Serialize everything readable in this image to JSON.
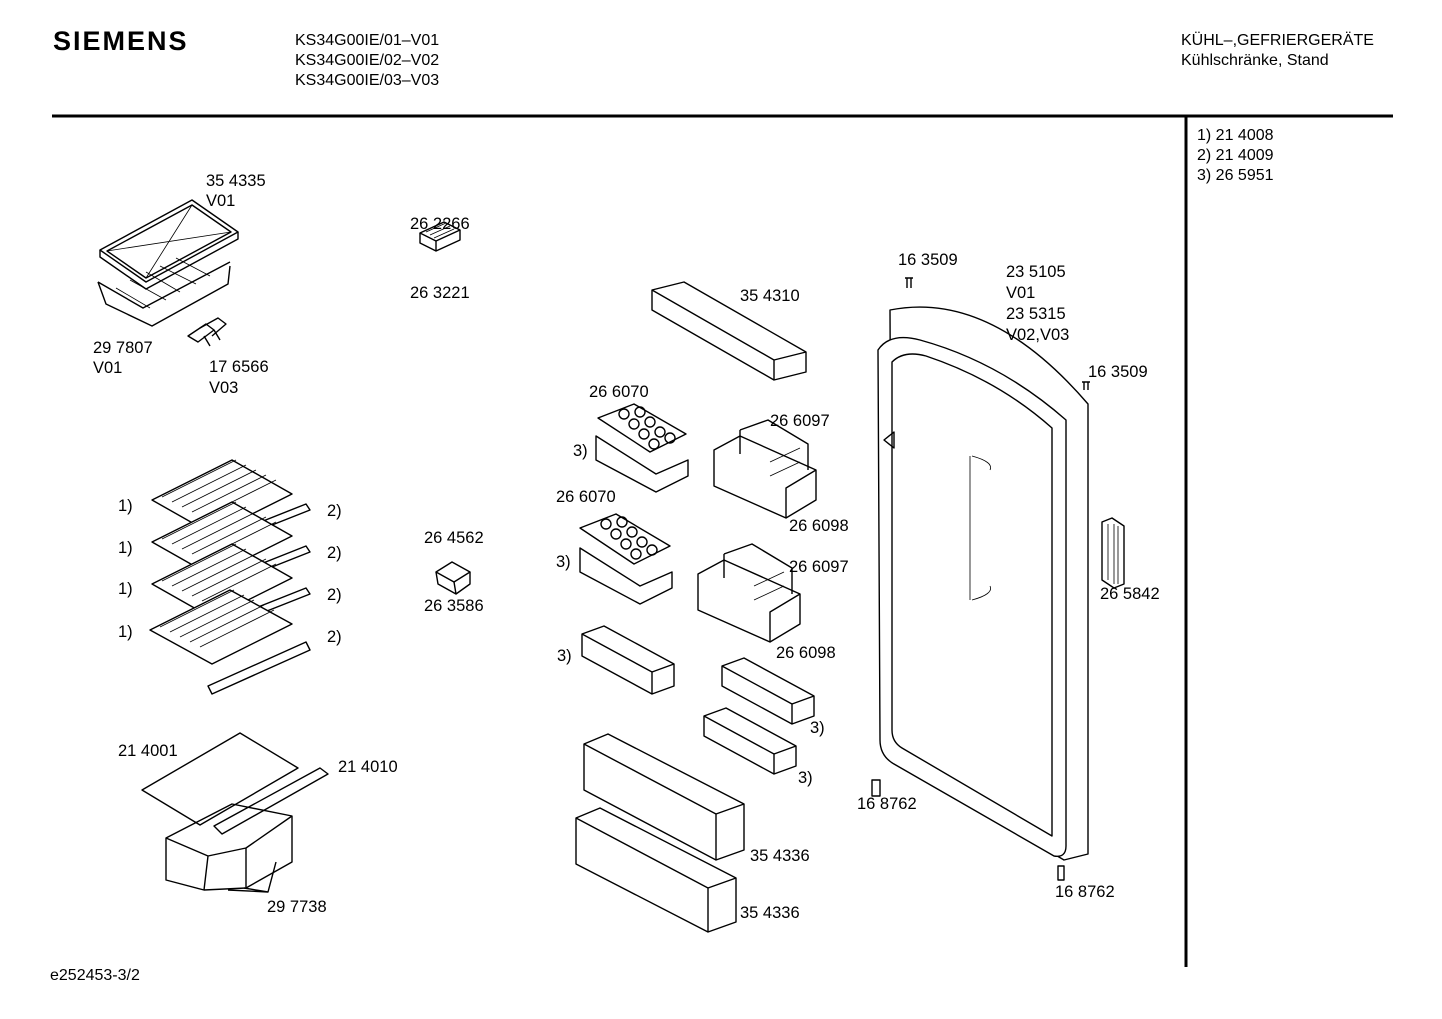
{
  "header": {
    "brand": "SIEMENS",
    "models": [
      "KS34G00IE/01–V01",
      "KS34G00IE/02–V02",
      "KS34G00IE/03–V03"
    ],
    "category": "KÜHL–,GEFRIERGERÄTE",
    "subcategory": "Kühlschränke, Stand"
  },
  "legend": [
    "1)  21 4008",
    "2)  21 4009",
    "3)  26 5951"
  ],
  "labels": {
    "l354335": "35 4335",
    "v01a": "V01",
    "l297807": "29 7807",
    "v01b": "V01",
    "l176566": "17 6566",
    "v03a": "V03",
    "l262266": "26 2266",
    "l263221": "26 3221",
    "l354310": "35 4310",
    "l163509a": "16 3509",
    "l235105": "23 5105",
    "v01c": "V01",
    "l235315": "23 5315",
    "v0203": "V02,V03",
    "l163509b": "16 3509",
    "l266070a": "26 6070",
    "l266097a": "26 6097",
    "r3a": "3)",
    "l266070b": "26 6070",
    "l266098a": "26 6098",
    "r3b": "3)",
    "l266097b": "26 6097",
    "l265842": "26 5842",
    "r3c": "3)",
    "l266098b": "26 6098",
    "r3d": "3)",
    "r3e": "3)",
    "s1a": "1)",
    "s2a": "2)",
    "s1b": "1)",
    "s2b": "2)",
    "s1c": "1)",
    "s2c": "2)",
    "s1d": "1)",
    "s2d": "2)",
    "l264562": "26 4562",
    "l263586": "26 3586",
    "l214001": "21 4001",
    "l214010": "21 4010",
    "l297738": "29 7738",
    "l168762a": "16 8762",
    "l168762b": "16 8762",
    "l354336a": "35 4336",
    "l354336b": "35 4336"
  },
  "footer": {
    "code": "e252453-3/2"
  }
}
